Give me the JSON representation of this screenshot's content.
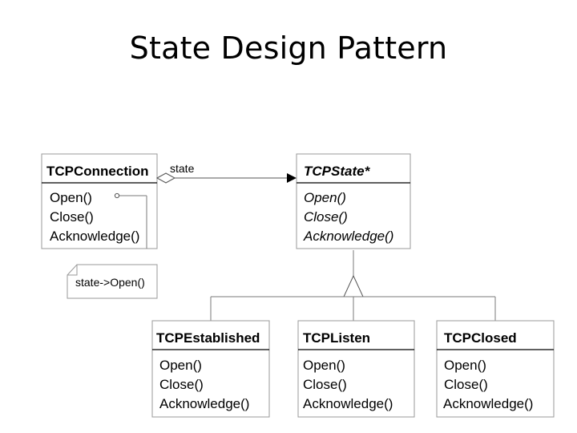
{
  "title": "State Design Pattern",
  "context": {
    "name": "TCPConnection",
    "methods": [
      "Open()",
      "Close()",
      "Acknowledge()"
    ]
  },
  "association_label": "state",
  "note": "state->Open()",
  "state_interface": {
    "name": "TCPState*",
    "methods": [
      "Open()",
      "Close()",
      "Acknowledge()"
    ]
  },
  "concrete_states": [
    {
      "name": "TCPEstablished",
      "methods": [
        "Open()",
        "Close()",
        "Acknowledge()"
      ]
    },
    {
      "name": "TCPListen",
      "methods": [
        "Open()",
        "Close()",
        "Acknowledge()"
      ]
    },
    {
      "name": "TCPClosed",
      "methods": [
        "Open()",
        "Close()",
        "Acknowledge()"
      ]
    }
  ]
}
